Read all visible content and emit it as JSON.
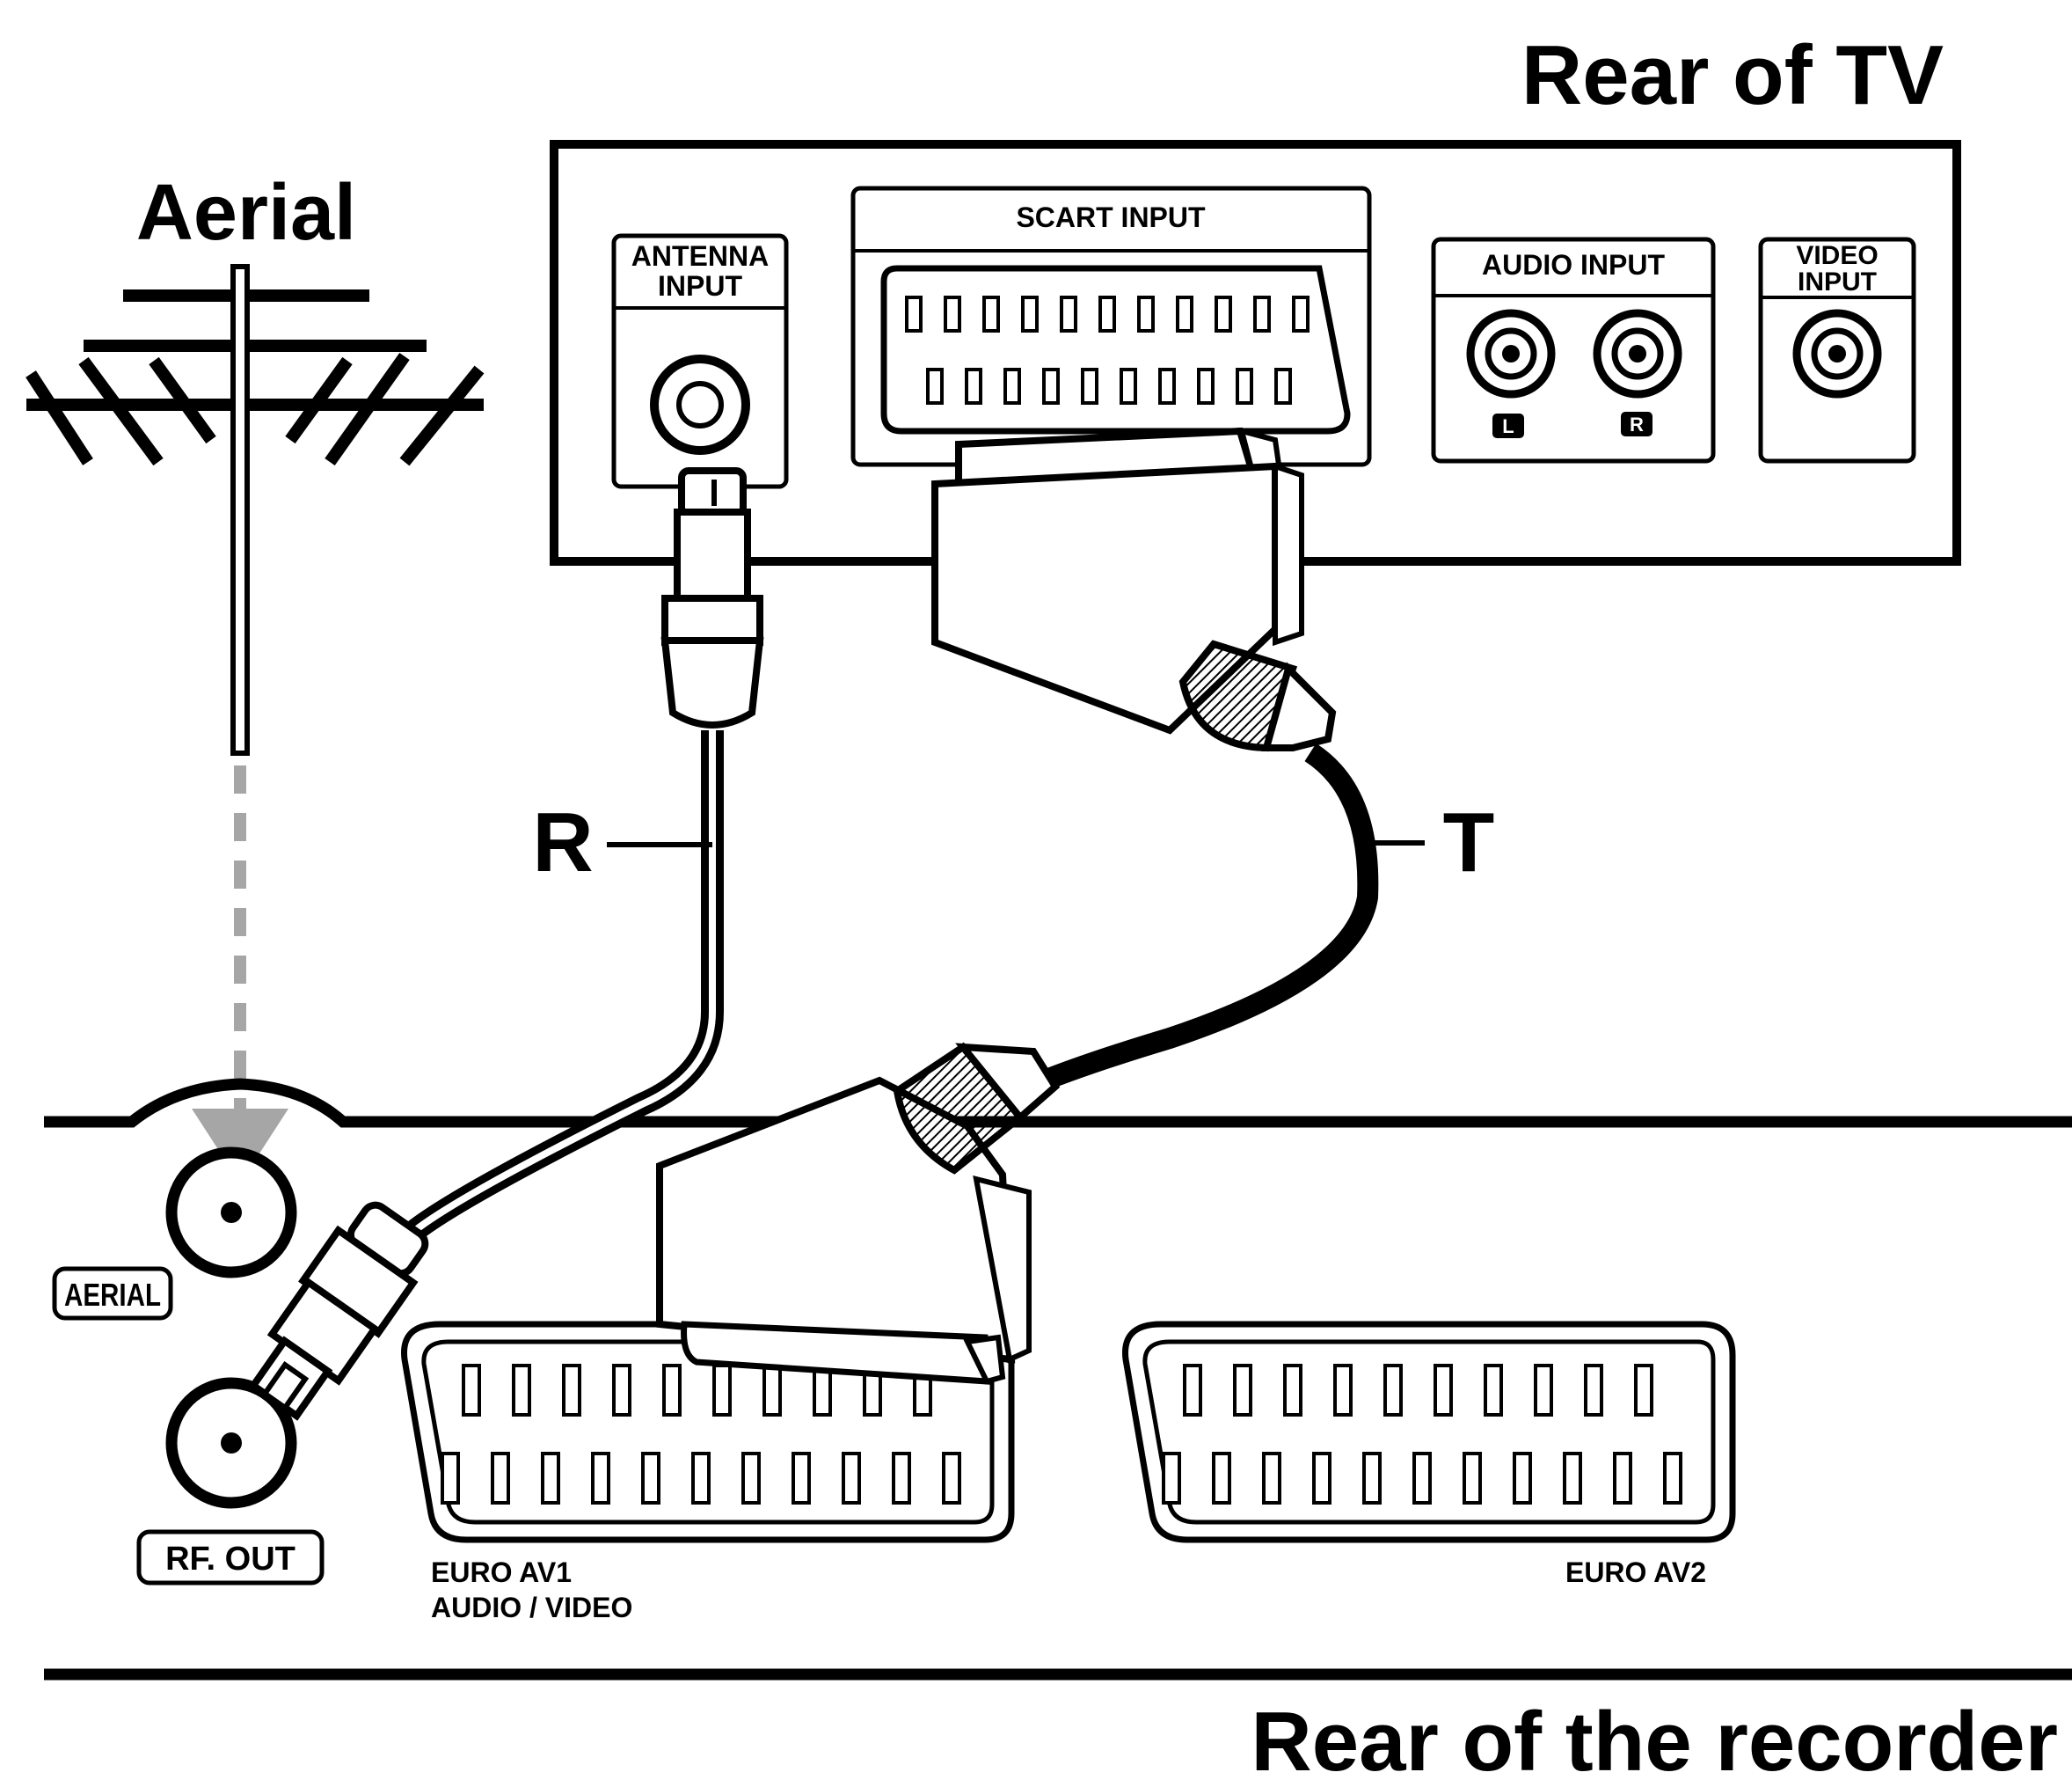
{
  "titles": {
    "tv": "Rear of TV",
    "aerial": "Aerial",
    "recorder": "Rear of the recorder"
  },
  "tv_panel": {
    "antenna_input": [
      "ANTENNA",
      "INPUT"
    ],
    "scart_input": "SCART INPUT",
    "audio_input": "AUDIO INPUT",
    "audio_left": "L",
    "audio_right": "R",
    "video_input": [
      "VIDEO",
      "INPUT"
    ]
  },
  "cables": {
    "rf_cable": "R",
    "scart_cable": "T"
  },
  "recorder_panel": {
    "aerial": "AERIAL",
    "rf_out": "RF. OUT",
    "euro_av1": [
      "EURO AV1",
      "AUDIO / VIDEO"
    ],
    "euro_av2": "EURO AV2"
  },
  "colors": {
    "line": "#000000",
    "background": "#ffffff",
    "guide_arrow": "#a6a6a6"
  }
}
